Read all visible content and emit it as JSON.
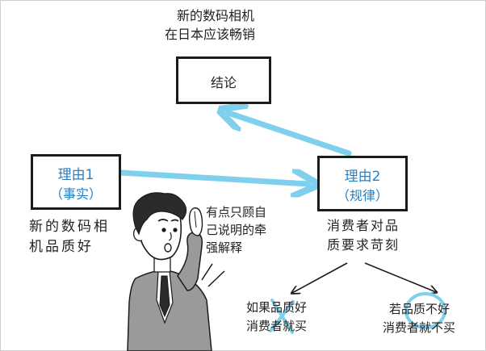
{
  "diagram": {
    "conclusion": {
      "caption_line1": "新的数码相机",
      "caption_line2": "在日本应该畅销",
      "box_label": "结论"
    },
    "reason1": {
      "title": "理由1",
      "subtitle": "（事实）",
      "caption_line1": "新的数码相",
      "caption_line2": "机品质好"
    },
    "reason2": {
      "title": "理由2",
      "subtitle": "（规律）",
      "caption_line1": "消费者对品",
      "caption_line2": "质要求苛刻"
    },
    "speech": {
      "line1": "有点只顾自",
      "line2": "己说明的牵",
      "line3": "强解释"
    },
    "branch_left": {
      "line1": "如果品质好",
      "line2": "消费者就买",
      "mark": "cross"
    },
    "branch_right": {
      "line1": "若品质不好",
      "line2": "消费者就不买",
      "mark": "circle"
    },
    "colors": {
      "accent": "#7fd0ec",
      "box_text": "#2a7fc0",
      "outline": "#1b1b1b"
    }
  }
}
